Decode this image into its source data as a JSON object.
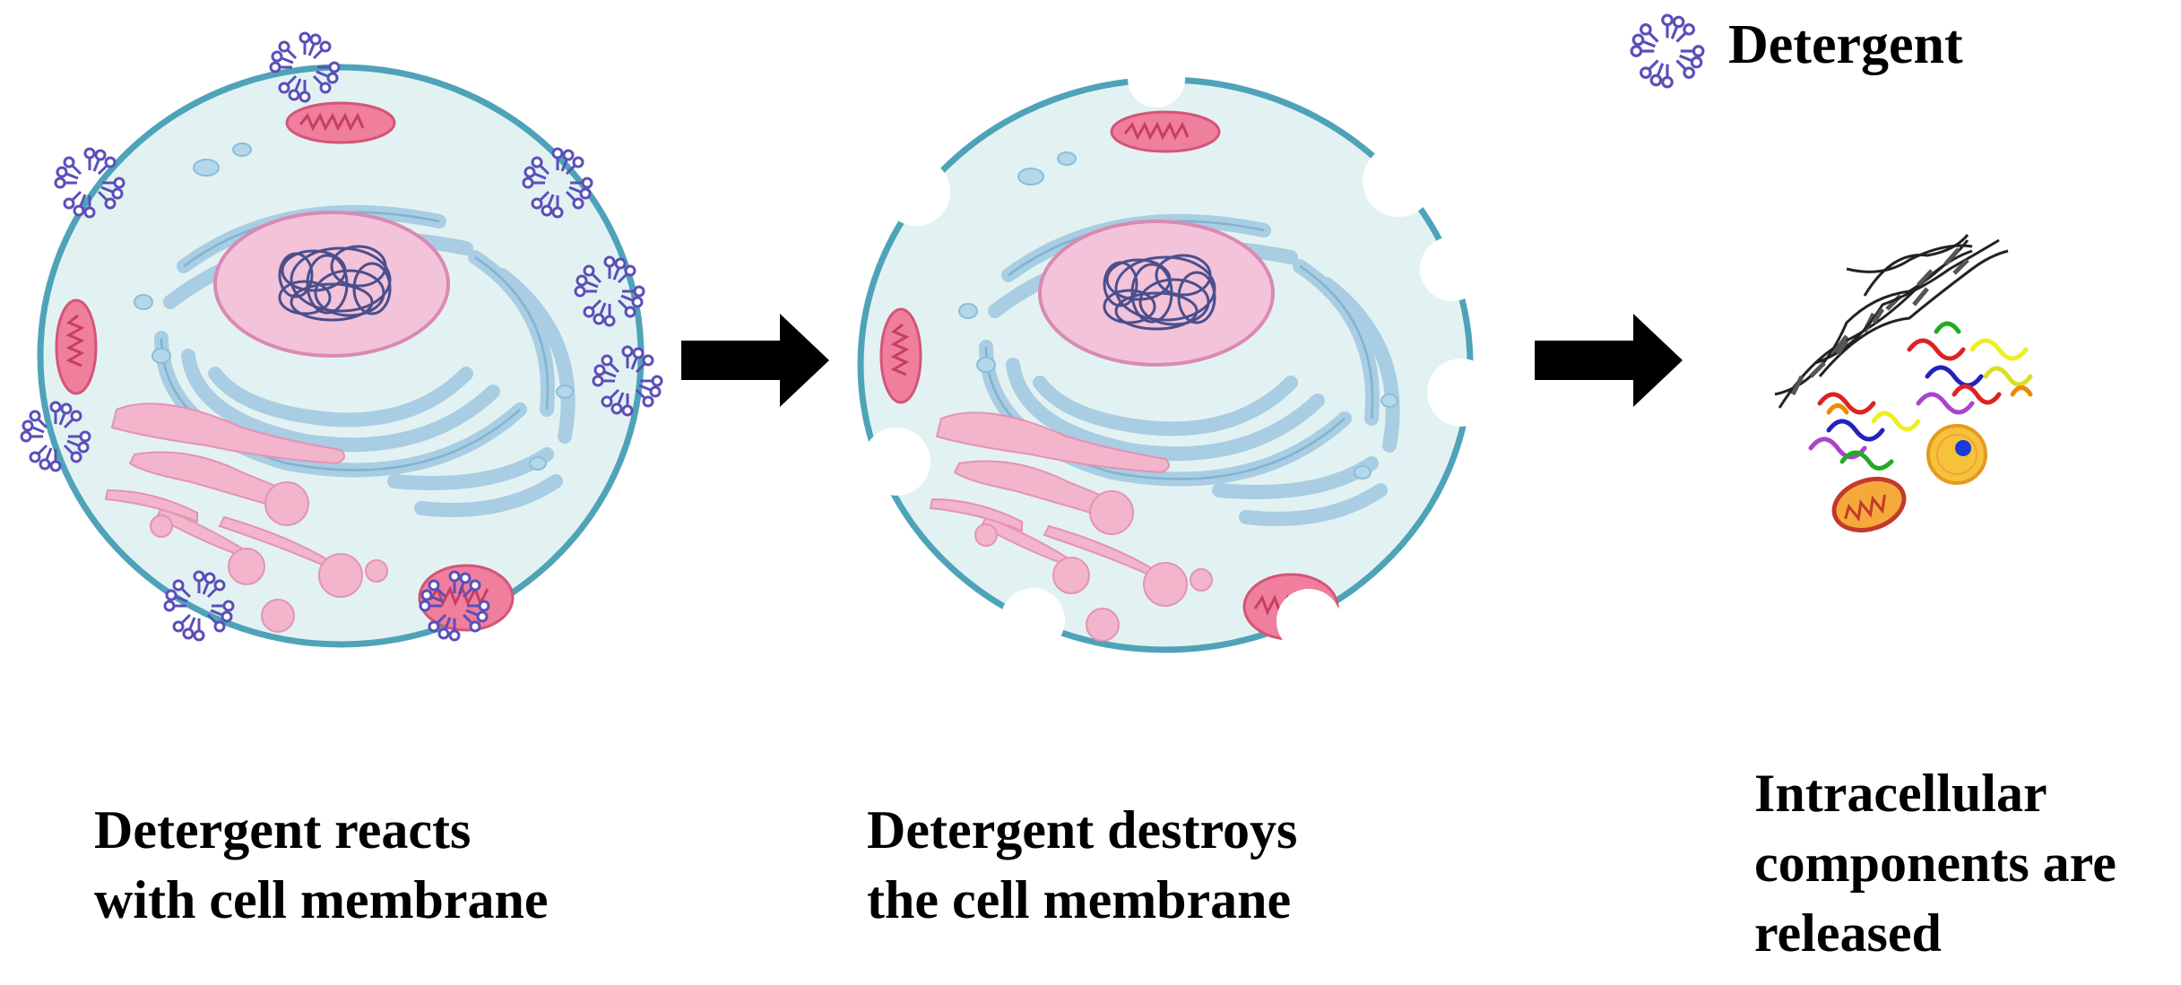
{
  "legend": {
    "label": "Detergent",
    "icon": "detergent-micelle-icon"
  },
  "stages": [
    {
      "caption_line1": "Detergent reacts",
      "caption_line2": "with cell membrane"
    },
    {
      "caption_line1": "Detergent destroys",
      "caption_line2": "the cell membrane"
    },
    {
      "caption_line1": "Intracellular",
      "caption_line2": "components are",
      "caption_line3": "released"
    }
  ],
  "colors": {
    "membrane": "#4fa3b8",
    "cytoplasm": "#e2f2f3",
    "er": "#a9cde3",
    "nucleus": "#f3c3da",
    "chromatin": "#4a4f8c",
    "mitochondria": "#ef7f9c",
    "golgi": "#f2b5cb",
    "detergent": "#5a4fb8",
    "arrow": "#000000"
  }
}
